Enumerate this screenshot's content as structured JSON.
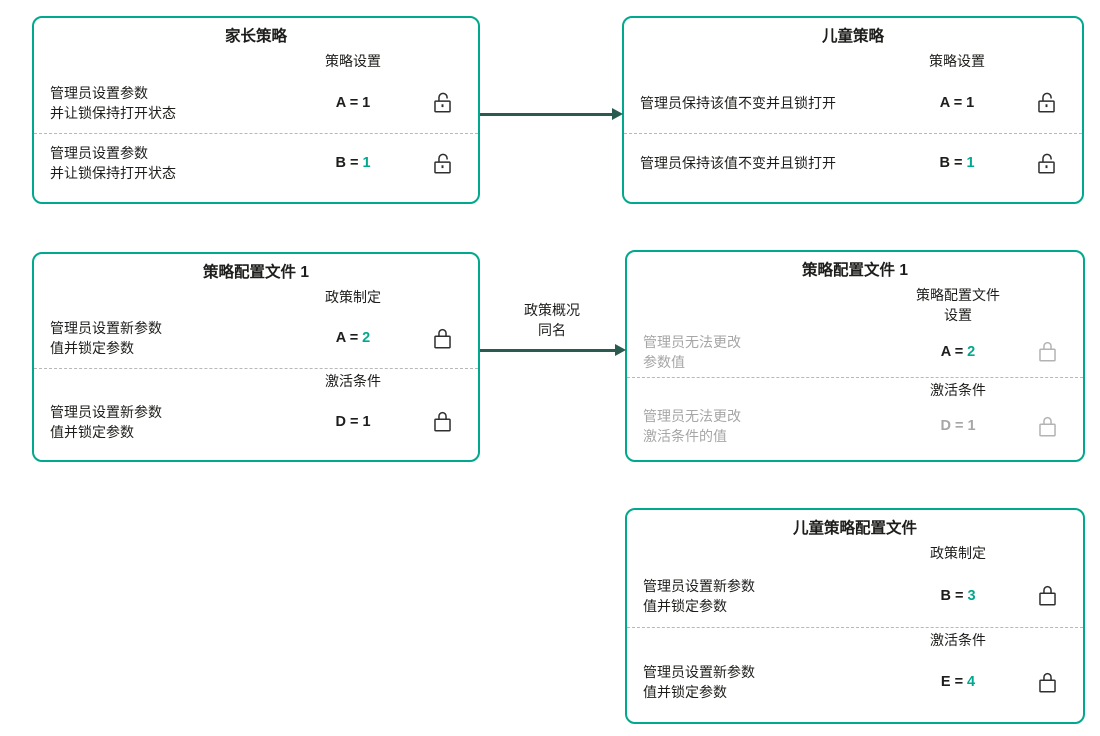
{
  "diagram": {
    "parent_policy": {
      "title": "家长策略",
      "settings_heading": "策略设置",
      "row1": {
        "desc": "管理员设置参数\n并让锁保持打开状态",
        "param": "A =",
        "value": "1",
        "lock": "open"
      },
      "row2": {
        "desc": "管理员设置参数\n并让锁保持打开状态",
        "param": "B =",
        "value": "1",
        "lock": "open"
      }
    },
    "child_policy": {
      "title": "儿童策略",
      "settings_heading": "策略设置",
      "row1": {
        "desc": "管理员保持该值不变并且锁打开",
        "param": "A =",
        "value": "1",
        "lock": "open"
      },
      "row2": {
        "desc": "管理员保持该值不变并且锁打开",
        "param": "B =",
        "value": "1",
        "lock": "open"
      }
    },
    "parent_profile": {
      "title": "策略配置文件 1",
      "settings_heading": "政策制定",
      "activation_heading": "激活条件",
      "row1": {
        "desc": "管理员设置新参数\n值并锁定参数",
        "param": "A =",
        "value": "2",
        "lock": "closed"
      },
      "row2": {
        "desc": "管理员设置新参数\n值并锁定参数",
        "param": "D =",
        "value": "1",
        "lock": "closed"
      }
    },
    "child_profile": {
      "title": "策略配置文件 1",
      "settings_heading": "策略配置文件\n设置",
      "activation_heading": "激活条件",
      "row1": {
        "desc": "管理员无法更改\n参数值",
        "param": "A =",
        "value": "2",
        "lock": "closed"
      },
      "row2": {
        "desc": "管理员无法更改\n激活条件的值",
        "param": "D =",
        "value": "1",
        "lock": "closed"
      }
    },
    "child_policy_profile": {
      "title": "儿童策略配置文件",
      "settings_heading": "政策制定",
      "activation_heading": "激活条件",
      "row1": {
        "desc": "管理员设置新参数\n值并锁定参数",
        "param": "B =",
        "value": "3",
        "lock": "closed"
      },
      "row2": {
        "desc": "管理员设置新参数\n值并锁定参数",
        "param": "E =",
        "value": "4",
        "lock": "closed"
      }
    },
    "arrow_label": "政策概况\n同名"
  },
  "colors": {
    "box_border": "#00a88e",
    "value_accent": "#00a88e",
    "arrow": "#2a5b50",
    "text": "#1d1d1b",
    "muted_text": "#a6a6a6"
  }
}
